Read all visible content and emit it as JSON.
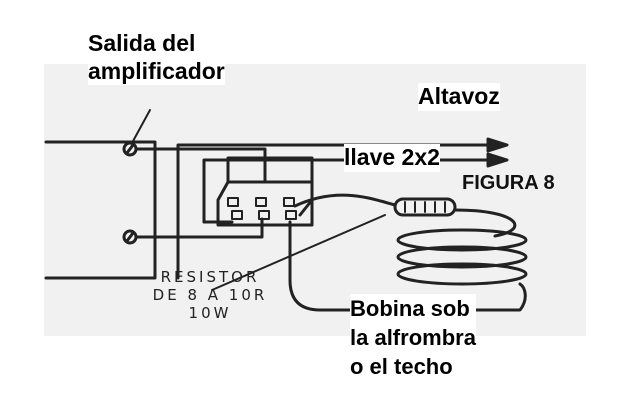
{
  "labels": {
    "amp_output": [
      "Salida del",
      "amplificador"
    ],
    "speaker": "Altavoz",
    "switch": "llave 2x2",
    "figure": "FIGURA 8",
    "resistor": [
      "RESISTOR",
      "DE 8 A 10R",
      "10W"
    ],
    "coil": [
      "Bobina sob",
      "la alfrombra",
      "o el techo"
    ]
  }
}
